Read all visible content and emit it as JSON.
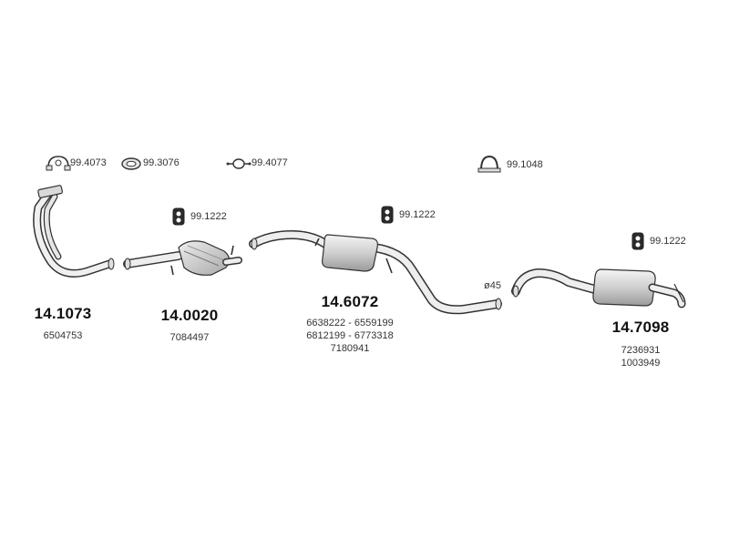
{
  "accessories": {
    "clamp_a": "99.4073",
    "gasket_ring": "99.3076",
    "flange_gasket": "99.4077",
    "clamp_b": "99.1048",
    "hanger_1": "99.1222",
    "hanger_2": "99.1222",
    "hanger_3": "99.1222"
  },
  "diameter_label": "ø45",
  "parts": [
    {
      "number": "14.1073",
      "oe": [
        "6504753"
      ]
    },
    {
      "number": "14.0020",
      "oe": [
        "7084497"
      ]
    },
    {
      "number": "14.6072",
      "oe": [
        "6638222 - 6559199",
        "6812199 - 6773318",
        "7180941"
      ]
    },
    {
      "number": "14.7098",
      "oe": [
        "7236931",
        "1003949"
      ]
    }
  ],
  "colors": {
    "line": "#333333",
    "fill_light": "#e6e6e6",
    "fill_mid": "#bdbdbd",
    "text": "#333333"
  }
}
